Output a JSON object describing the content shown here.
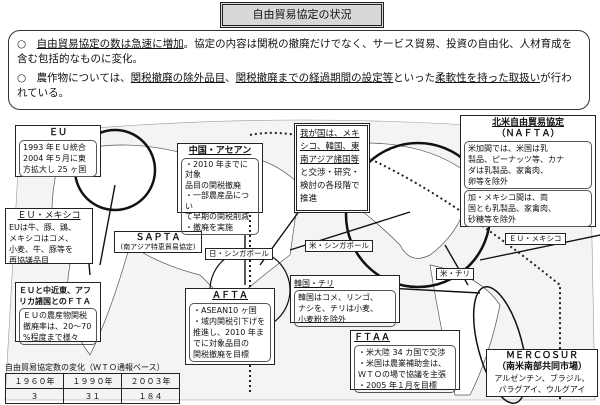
{
  "title": "自由貿易協定の状況",
  "summary": {
    "bullet": "○",
    "p1": {
      "u1": "自由貿易協定の数は急速に増加",
      "rest": "。協定の内容は関税の撤廃だけでなく、サービス貿易、投資の自由化、人材育成を含む包括的なものに変化。"
    },
    "p2": {
      "a": "農作物については、",
      "u1": "関税撤廃の除外品目",
      "b": "、",
      "u2": "関税撤廃までの経過期間の設定等",
      "c": "といった",
      "u3": "柔軟性を持った取扱い",
      "d": "が行われている。"
    }
  },
  "boxes": {
    "eu": {
      "title": "ＥＵ",
      "lines": [
        "1993 年ＥＵ統合",
        "2004 年５月に東",
        "方拡大し 25 ヶ国"
      ]
    },
    "eu_mexico": {
      "title": "ＥＵ・メキシコ",
      "lines": [
        "EUは牛、豚、鶏、",
        "メキシコはコメ、",
        "小麦、牛、豚等を",
        "再協議品目"
      ]
    },
    "sapta": {
      "title": "ＳＡＰＴＡ",
      "sub": "(南アジア特恵貿易協定)"
    },
    "china_asean": {
      "title": "中国・アセアン",
      "lines": [
        "・2010 年までに対象",
        "品目の関税撤廃",
        "・一部農産品につい",
        "て早期の関税削減",
        "・撤廃を実施"
      ]
    },
    "japan": {
      "lines": [
        "我が国は、メキ",
        "シコ、韓国、東",
        "南アジア諸国等",
        "と交渉・研究・",
        "検討の各段階で",
        "推進"
      ]
    },
    "nafta": {
      "title": "北米自由貿易協定",
      "sub": "（ＮＡＦＴＡ）",
      "lines1": [
        "米加間では、米国は乳",
        "製品、ピーナッツ等、カナ",
        "ダは乳製品、家禽肉、",
        "卵等を除外"
      ],
      "lines2": [
        "加・メキシコ間は、両",
        "国とも乳製品、家禽肉、",
        "砂糖等を除外"
      ]
    },
    "eu_mideast": {
      "title": "ＥＵと中近東、アフリカ諸国とのＦＴＡ",
      "lines": [
        "ＥＵの農産物関税",
        "撤廃率は、20～70",
        "%程度まで様々"
      ]
    },
    "afta": {
      "title": "ＡＦＴＡ",
      "lines": [
        "・ASEAN10 ヶ国",
        "・域内関税引下げを",
        "推進し、2010 年ま",
        "でに対象品目の",
        "関税撤廃を目標"
      ]
    },
    "korea_chile": {
      "title": "韓国・チリ",
      "lines": [
        "韓国はコメ、リンゴ、",
        "ナシを、チリは小麦、",
        "小麦粉を除外"
      ]
    },
    "ftaa": {
      "title": "ＦＴＡＡ",
      "lines": [
        "・米大陸 34 カ国で交渉",
        "・米国は農業補助金は、",
        "ＷＴＯの場で協議を主張",
        "・2005 年１月を目標"
      ]
    },
    "mercosur": {
      "title": "ＭＥＲＣＯＳＵＲ",
      "sub": "（南米南部共同市場）",
      "lines": [
        "アルゼンチン、ブラジル、",
        "パラグアイ、ウルグアイ"
      ]
    }
  },
  "labels": {
    "japan_singapore": "日・シンガポール",
    "us_singapore": "米・シンガポール",
    "eu_mexico": "ＥＵ・メキシコ",
    "us_chile": "米・チリ"
  },
  "stats": {
    "caption": "自由貿易協定数の変化（ＷＴＯ通報ベース）",
    "headers": [
      "１９６０年",
      "１９９０年",
      "２００３年"
    ],
    "values": [
      "３",
      "３１",
      "１８４"
    ]
  }
}
